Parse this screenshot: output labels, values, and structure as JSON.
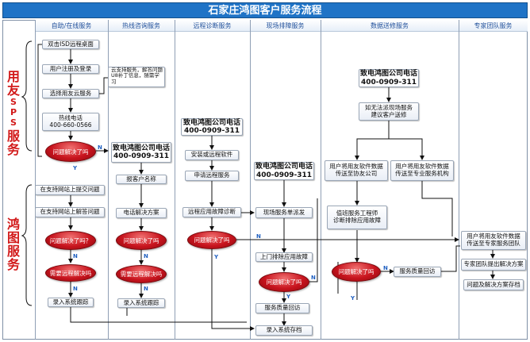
{
  "title": "石家庄鸿图客户服务流程",
  "columns": [
    "自助/在线服务",
    "热线咨询服务",
    "远程诊断服务",
    "现场排障服务",
    "数据送修服务",
    "专家团队服务"
  ],
  "side_labels": {
    "sps_top": "用友",
    "sps_letters": [
      "S",
      "P",
      "S"
    ],
    "sps_bottom": "服务",
    "hongtu": "鸿图服务"
  },
  "col1": {
    "b1": "双击ISD远程桌面",
    "b2": "用户注册及登录",
    "b3": "选择用友云服务",
    "b4_line1": "热线电话",
    "b4_line2": "400-660-0566",
    "o1": "问题解决了吗",
    "b5": "在支持网站上提交问题",
    "b6": "在支持网站上解答问题",
    "o2": "问题解决了吗？",
    "o3": "需要远程解决吗",
    "b7": "录入系统跟踪"
  },
  "col2": {
    "note_line1": "云支持服务，解答问题",
    "note_line2": "U8补丁信息，随需学习",
    "big_line1": "致电鸿图公司电话",
    "big_line2": "400-0909-311",
    "b1": "报客户名称",
    "b2": "电话解决方案",
    "o1": "问题解决了吗",
    "o2": "需要远程解决吗",
    "b3": "录入系统跟踪"
  },
  "col3": {
    "big_line1": "致电鸿图公司电话",
    "big_line2": "400-0909-311",
    "b1": "安装或远程软件",
    "b2": "申请远程服务",
    "b3": "远程应用故障诊断",
    "o1": "问题解决了吗"
  },
  "col4": {
    "big_line1": "致电鸿图公司电话",
    "big_line2": "400-0909-311",
    "b1": "现场服务单派发",
    "b2": "上门排除应用故障",
    "o1": "问题解决了吗",
    "b3": "服务质量回访",
    "b4": "录入系统存档"
  },
  "col5": {
    "big_line1": "致电鸿图公司电话",
    "big_line2": "400-0909-311",
    "b1_line1": "如无法派现场服务",
    "b1_line2": "建议客户送修",
    "b2_line1": "用户将用友软件数据",
    "b2_line2": "传送至协友公司",
    "b3_line1": "用户将用友软件数据",
    "b3_line2": "传送至专业服务机构",
    "b4_line1": "值班服务工程师",
    "b4_line2": "诊断排除应用故障",
    "o1": "问题解决了吗",
    "b5": "服务质量回访"
  },
  "col6": {
    "b1_line1": "用户将用友软件数据",
    "b1_line2": "传送至专家服务团队",
    "b2": "专家团队提出解决方案",
    "b3": "问题及解决方案存档"
  },
  "flow_marks": {
    "yes": "Y",
    "no": "N"
  },
  "colors": {
    "title_bg": "#1f73c6",
    "oval_red": "#c8141e",
    "side_text": "#d21a1a",
    "line": "#000000"
  }
}
